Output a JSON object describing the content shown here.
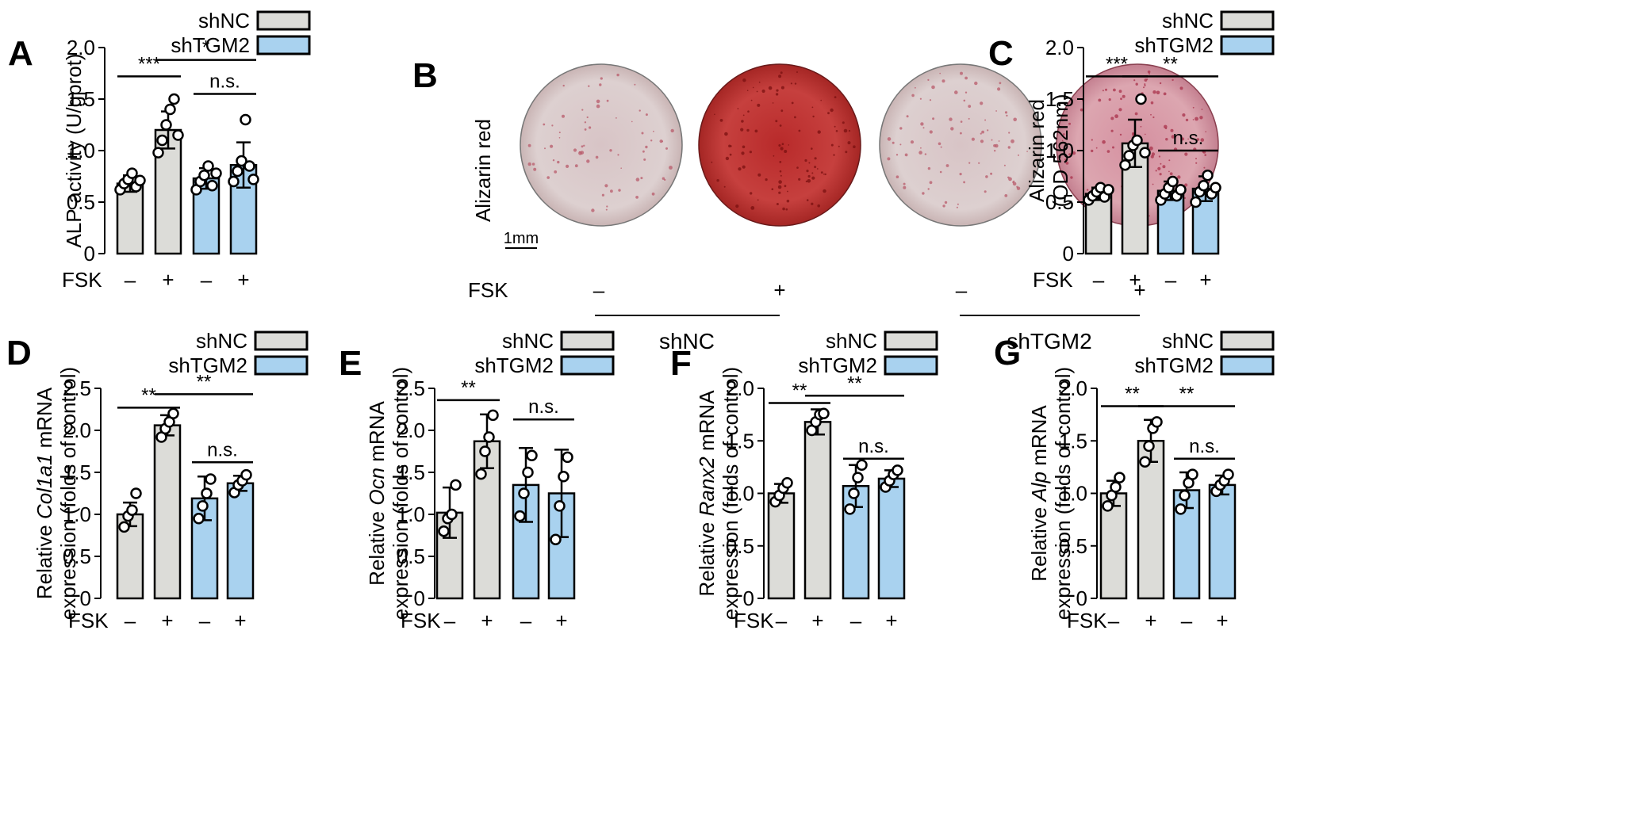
{
  "legend": {
    "nc": "shNC",
    "kd": "shTGM2"
  },
  "colors": {
    "nc": "#dcdcd8",
    "kd": "#a9d2ef",
    "stain_light": "#d9c3c3",
    "stain_dark": "#c8423c"
  },
  "fsk_label": "FSK",
  "fsk_signs": [
    "–",
    "+",
    "–",
    "+"
  ],
  "panel_b": {
    "letter": "B",
    "stain_label": "Alizarin red",
    "scale_label": "1mm",
    "fsk_label": "FSK",
    "fsk_signs": [
      "–",
      "+",
      "–",
      "+"
    ],
    "group_labels": [
      "shNC",
      "shTGM2"
    ]
  },
  "chart_data": [
    {
      "id": "A",
      "type": "bar",
      "letter": "A",
      "categories": [
        "shNC FSK–",
        "shNC FSK+",
        "shTGM2 FSK–",
        "shTGM2 FSK+"
      ],
      "group": [
        "shNC",
        "shNC",
        "shTGM2",
        "shTGM2"
      ],
      "values": [
        0.68,
        1.2,
        0.73,
        0.86
      ],
      "sd": [
        0.08,
        0.18,
        0.1,
        0.22
      ],
      "points": [
        [
          0.62,
          0.68,
          0.72,
          0.78,
          0.65,
          0.71
        ],
        [
          0.98,
          1.1,
          1.25,
          1.4,
          1.5,
          1.15
        ],
        [
          0.62,
          0.7,
          0.76,
          0.85,
          0.66,
          0.78
        ],
        [
          0.7,
          0.8,
          0.9,
          1.3,
          0.85,
          0.72
        ]
      ],
      "ylabel": "ALP activity (U/gprot)",
      "ylim": [
        0,
        2.0
      ],
      "yticks": [
        "0",
        "0.5",
        "1.0",
        "1.5",
        "2.0"
      ],
      "sig": [
        {
          "label": "***",
          "level": 1.72
        },
        {
          "label": "*",
          "level": 1.88
        },
        {
          "label": "n.s.",
          "level": 1.55
        }
      ]
    },
    {
      "id": "C",
      "type": "bar",
      "letter": "C",
      "categories": [
        "shNC FSK–",
        "shNC FSK+",
        "shTGM2 FSK–",
        "shTGM2 FSK+"
      ],
      "group": [
        "shNC",
        "shNC",
        "shTGM2",
        "shTGM2"
      ],
      "values": [
        0.58,
        1.07,
        0.61,
        0.63
      ],
      "sd": [
        0.06,
        0.23,
        0.09,
        0.12
      ],
      "points": [
        [
          0.52,
          0.56,
          0.6,
          0.64,
          0.55,
          0.62
        ],
        [
          0.86,
          0.95,
          1.05,
          1.1,
          1.5,
          0.98
        ],
        [
          0.52,
          0.58,
          0.64,
          0.7,
          0.56,
          0.62
        ],
        [
          0.5,
          0.6,
          0.66,
          0.76,
          0.58,
          0.64
        ]
      ],
      "ylabel": "Alizarin red\n(OD 562nm)",
      "ylim": [
        0,
        2.0
      ],
      "yticks": [
        "0",
        "0.5",
        "1.0",
        "1.5",
        "2.0"
      ],
      "sig": [
        {
          "label": "***",
          "level": 1.72
        },
        {
          "label": "**",
          "level": 1.72
        },
        {
          "label": "n.s.",
          "level": 1.0
        }
      ]
    },
    {
      "id": "D",
      "type": "bar",
      "letter": "D",
      "categories": [
        "shNC FSK–",
        "shNC FSK+",
        "shTGM2 FSK–",
        "shTGM2 FSK+"
      ],
      "group": [
        "shNC",
        "shNC",
        "shTGM2",
        "shTGM2"
      ],
      "values": [
        1.0,
        2.06,
        1.19,
        1.37
      ],
      "sd": [
        0.14,
        0.12,
        0.26,
        0.09
      ],
      "points": [
        [
          0.85,
          0.98,
          1.05,
          1.25
        ],
        [
          1.92,
          2.02,
          2.1,
          2.2
        ],
        [
          0.95,
          1.1,
          1.25,
          1.42
        ],
        [
          1.26,
          1.35,
          1.4,
          1.47
        ]
      ],
      "ylabel": [
        "Relative ",
        "Col1a1",
        " mRNA",
        "expression (folds of control)"
      ],
      "ylim": [
        0,
        2.5
      ],
      "yticks": [
        "0",
        "0.5",
        "1.0",
        "1.5",
        "2.0",
        "2.5"
      ],
      "sig": [
        {
          "label": "**",
          "level": 2.27
        },
        {
          "label": "**",
          "level": 2.43
        },
        {
          "label": "n.s.",
          "level": 1.62
        }
      ]
    },
    {
      "id": "E",
      "type": "bar",
      "letter": "E",
      "categories": [
        "shNC FSK–",
        "shNC FSK+",
        "shTGM2 FSK–",
        "shTGM2 FSK+"
      ],
      "group": [
        "shNC",
        "shNC",
        "shTGM2",
        "shTGM2"
      ],
      "values": [
        1.02,
        1.87,
        1.35,
        1.25
      ],
      "sd": [
        0.3,
        0.32,
        0.44,
        0.52
      ],
      "points": [
        [
          0.8,
          0.95,
          1.0,
          1.35
        ],
        [
          1.48,
          1.75,
          1.92,
          2.18
        ],
        [
          0.98,
          1.25,
          1.5,
          1.7
        ],
        [
          0.7,
          1.1,
          1.45,
          1.68
        ]
      ],
      "ylabel": [
        "Relative ",
        "Ocn",
        " mRNA",
        "expression (folds of control)"
      ],
      "ylim": [
        0,
        2.5
      ],
      "yticks": [
        "0",
        "0.5",
        "1.0",
        "1.5",
        "2.0",
        "2.5"
      ],
      "sig": [
        {
          "label": "**",
          "level": 2.36
        },
        {
          "label": "n.s.",
          "level": 2.13
        }
      ]
    },
    {
      "id": "F",
      "type": "bar",
      "letter": "F",
      "categories": [
        "shNC FSK–",
        "shNC FSK+",
        "shTGM2 FSK–",
        "shTGM2 FSK+"
      ],
      "group": [
        "shNC",
        "shNC",
        "shTGM2",
        "shTGM2"
      ],
      "values": [
        1.0,
        1.68,
        1.07,
        1.14
      ],
      "sd": [
        0.09,
        0.12,
        0.2,
        0.08
      ],
      "points": [
        [
          0.92,
          0.98,
          1.05,
          1.1
        ],
        [
          1.6,
          1.68,
          1.75,
          1.76
        ],
        [
          0.85,
          1.0,
          1.15,
          1.27
        ],
        [
          1.06,
          1.12,
          1.18,
          1.22
        ]
      ],
      "ylabel": [
        "Relative ",
        "Ranx2",
        " mRNA",
        "expression (folds of control)"
      ],
      "ylim": [
        0,
        2.0
      ],
      "yticks": [
        "0",
        "0.5",
        "1.0",
        "1.5",
        "2.0"
      ],
      "sig": [
        {
          "label": "**",
          "level": 1.86
        },
        {
          "label": "**",
          "level": 1.93
        },
        {
          "label": "n.s.",
          "level": 1.33
        }
      ]
    },
    {
      "id": "G",
      "type": "bar",
      "letter": "G",
      "categories": [
        "shNC FSK–",
        "shNC FSK+",
        "shTGM2 FSK–",
        "shTGM2 FSK+"
      ],
      "group": [
        "shNC",
        "shNC",
        "shTGM2",
        "shTGM2"
      ],
      "values": [
        1.0,
        1.5,
        1.03,
        1.08
      ],
      "sd": [
        0.12,
        0.2,
        0.17,
        0.09
      ],
      "points": [
        [
          0.88,
          0.98,
          1.06,
          1.15
        ],
        [
          1.3,
          1.45,
          1.62,
          1.68
        ],
        [
          0.85,
          0.98,
          1.1,
          1.18
        ],
        [
          1.02,
          1.08,
          1.12,
          1.18
        ]
      ],
      "ylabel": [
        "Relative ",
        "Alp",
        " mRNA",
        "expression (folds of control)"
      ],
      "ylim": [
        0,
        2.0
      ],
      "yticks": [
        "0",
        "0.5",
        "1.0",
        "1.5",
        "2.0"
      ],
      "sig": [
        {
          "label": "**",
          "level": 1.83
        },
        {
          "label": "**",
          "level": 1.83
        },
        {
          "label": "n.s.",
          "level": 1.33
        }
      ]
    }
  ]
}
